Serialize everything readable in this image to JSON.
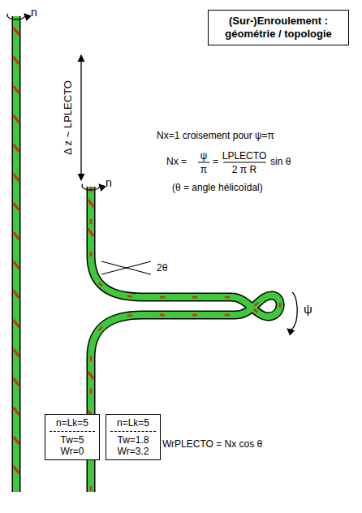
{
  "diagram": {
    "nodes": [
      {
        "text": [
          "(Sur-)Enroulement : géométrie / topologie"
        ]
      },
      {
        "text": [
          "n=Lk=5",
          "Tw=5 Wr=0"
        ]
      },
      {
        "text": [
          "n=Lk=5",
          "Tw=1.8 Wr=3.2"
        ]
      }
    ],
    "labels": [
      "n",
      "Δ z ~ LPLECTO",
      "n",
      "Nx=1 croisement pour ψ=π",
      "Nx =",
      "ψ",
      "π",
      "=",
      "LPLECTO",
      "2 π R",
      "sin θ",
      "(θ = angle hélicoïdal)",
      "2θ",
      "ψ",
      "WrPLECTO = Nx cos θ"
    ]
  }
}
